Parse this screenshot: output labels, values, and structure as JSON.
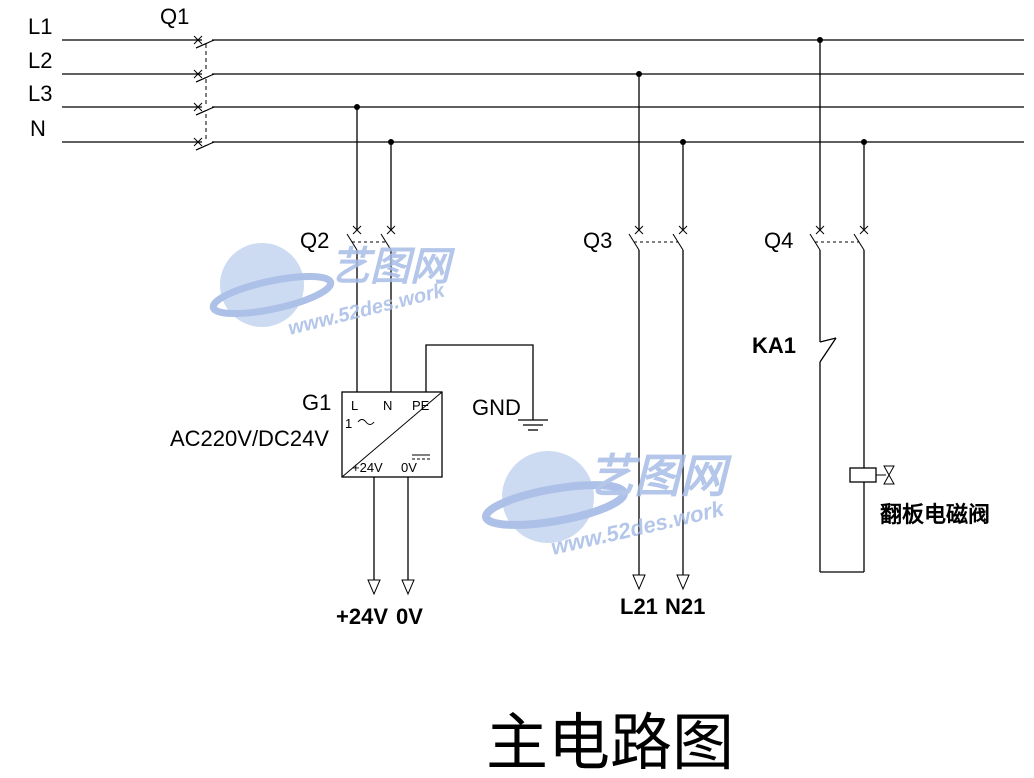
{
  "bus": {
    "l1": "L1",
    "l2": "L2",
    "l3": "L3",
    "n": "N"
  },
  "breakers": {
    "q1": "Q1",
    "q2": "Q2",
    "q3": "Q3",
    "q4": "Q4"
  },
  "power_supply": {
    "name": "G1",
    "spec": "AC220V/DC24V",
    "pin_l": "L",
    "pin_n": "N",
    "pin_pe": "PE",
    "out_pos": "+24V",
    "out_neg": "0V",
    "ac_phase": "1"
  },
  "ground": "GND",
  "outputs": {
    "plus24v": "+24V",
    "zero_v": "0V",
    "l21": "L21",
    "n21": "N21"
  },
  "relay": "KA1",
  "valve": "翻板电磁阀",
  "title": "主电路图",
  "watermark": {
    "brand": "艺图网",
    "url": "www.52des.work"
  },
  "colors": {
    "line": "#000000",
    "watermark": "#a7bde6"
  }
}
